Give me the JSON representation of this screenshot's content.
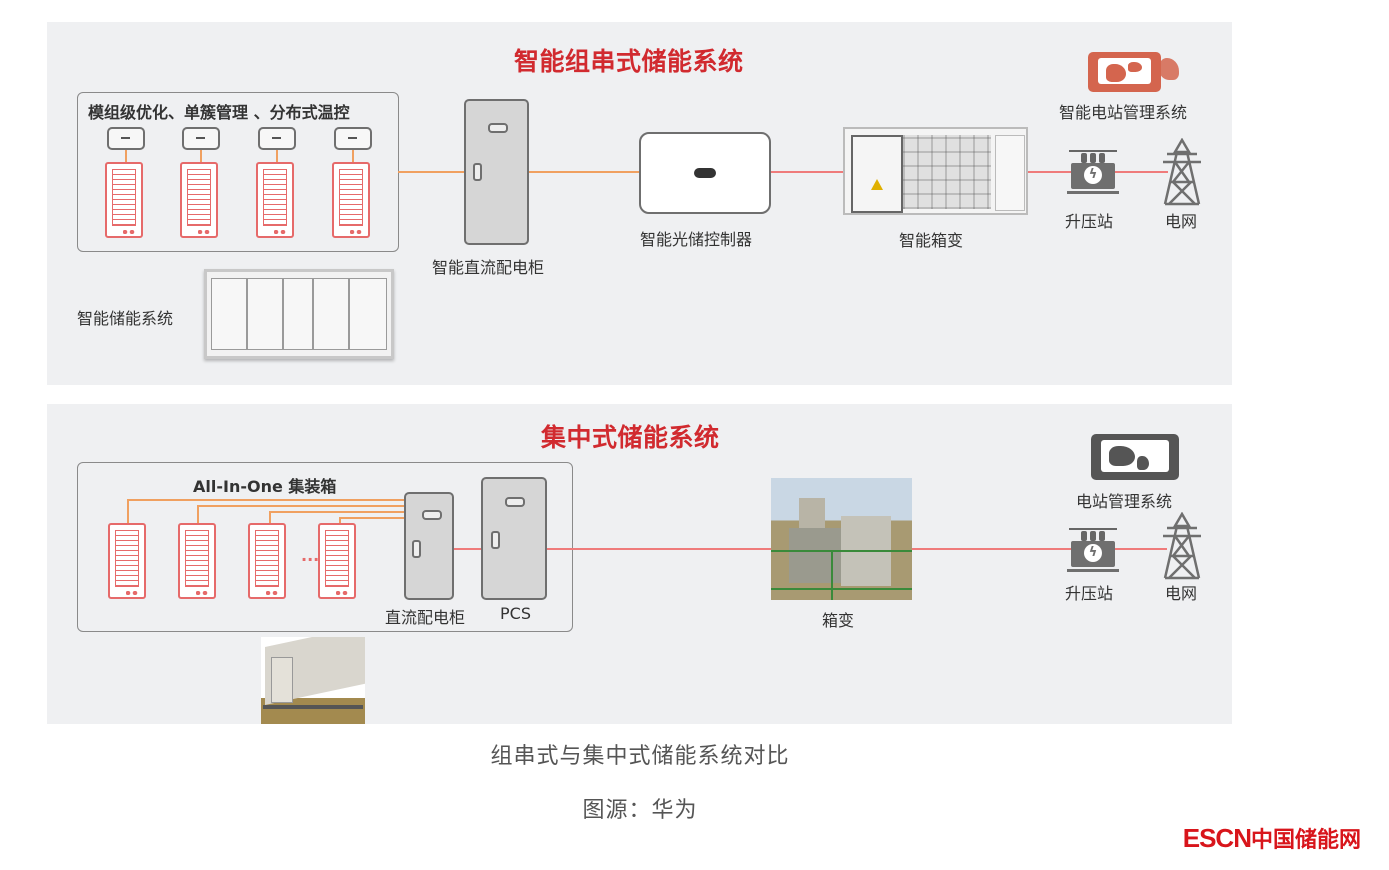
{
  "string_system": {
    "title": "智能组串式储能系统",
    "group_label": "模组级优化、单簇管理 、分布式温控",
    "rack_count": 4,
    "labels": {
      "dc_cabinet": "智能直流配电柜",
      "controller": "智能光储控制器",
      "box_transformer": "智能箱变",
      "station_mgmt": "智能电站管理系统",
      "step_up_station": "升压站",
      "grid": "电网",
      "storage_system": "智能储能系统"
    }
  },
  "central_system": {
    "title": "集中式储能系统",
    "group_label": "All-In-One 集装箱",
    "ellipsis": "···",
    "labels": {
      "dc_cabinet": "直流配电柜",
      "pcs": "PCS",
      "box_transformer": "箱变",
      "station_mgmt": "电站管理系统",
      "step_up_station": "升压站",
      "grid": "电网"
    }
  },
  "caption": "组串式与集中式储能系统对比",
  "source": "图源：华为",
  "brand": {
    "latin": "ESCN",
    "chinese": "中国储能网"
  },
  "colors": {
    "title_red": "#d12a2f",
    "dc_line": "#f0a060",
    "ac_line": "#ef7b7b",
    "mgmt_string": "#d4654e",
    "mgmt_central": "#555555"
  }
}
